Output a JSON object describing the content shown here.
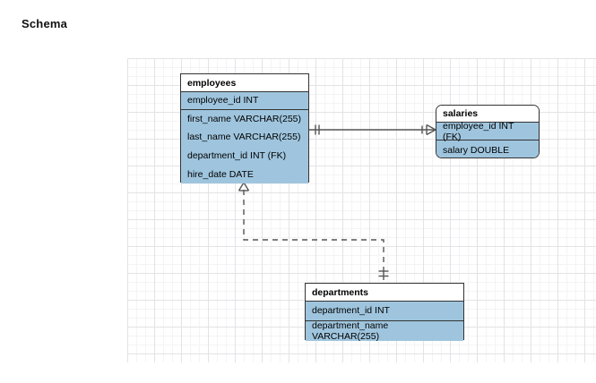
{
  "page": {
    "title": "Schema"
  },
  "canvas": {
    "grid_visible": true,
    "background_color": "#ffffff",
    "grid_minor_color": "#f4f4f6",
    "grid_major_color": "#e3e3e6"
  },
  "style": {
    "entity_fill": "#9fc5de",
    "entity_header_fill": "#ffffff",
    "entity_border": "#333333",
    "connector_color": "#555555"
  },
  "diagram": {
    "type": "entity-relationship",
    "entities": [
      {
        "id": "employees",
        "name": "employees",
        "rows": [
          {
            "label": "employee_id INT",
            "key": "PK"
          },
          {
            "label": "first_name VARCHAR(255)",
            "key": ""
          },
          {
            "label": "last_name VARCHAR(255)",
            "key": ""
          },
          {
            "label": "department_id INT (FK)",
            "key": "FK"
          },
          {
            "label": "hire_date DATE",
            "key": ""
          }
        ]
      },
      {
        "id": "salaries",
        "name": "salaries",
        "rows": [
          {
            "label": "employee_id INT (FK)",
            "key": "FK"
          },
          {
            "label": "salary DOUBLE",
            "key": ""
          }
        ]
      },
      {
        "id": "departments",
        "name": "departments",
        "rows": [
          {
            "label": "department_id INT",
            "key": "PK"
          },
          {
            "label": "department_name VARCHAR(255)",
            "key": ""
          }
        ]
      }
    ],
    "relationships": [
      {
        "id": "employees-salaries",
        "from": "employees",
        "to": "salaries",
        "from_cardinality": "one",
        "to_cardinality": "many",
        "line_style": "solid"
      },
      {
        "id": "employees-departments",
        "from": "employees",
        "to": "departments",
        "from_cardinality": "many",
        "to_cardinality": "one",
        "line_style": "dashed"
      }
    ]
  }
}
